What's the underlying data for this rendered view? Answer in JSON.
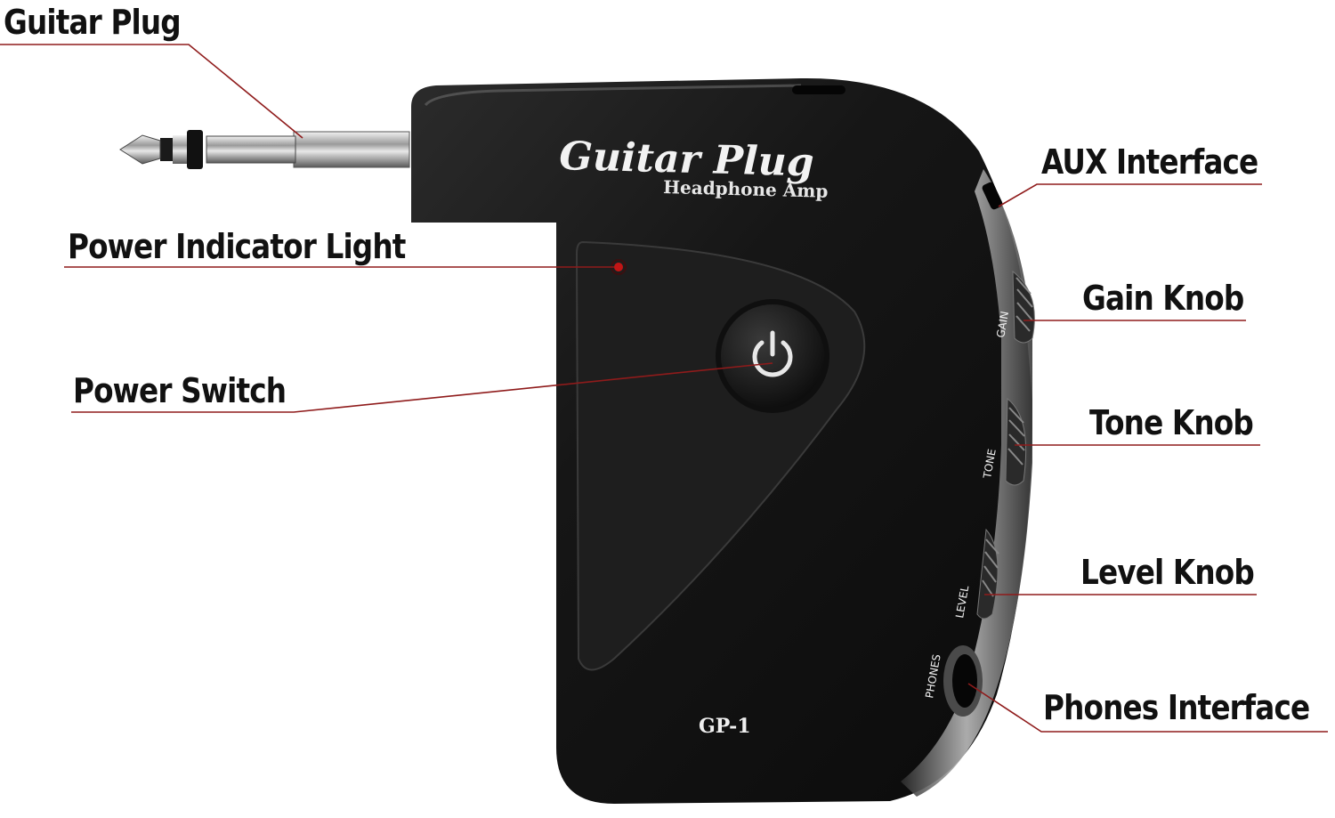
{
  "labels": {
    "guitar_plug": "Guitar Plug",
    "power_indicator_light": "Power Indicator Light",
    "power_switch": "Power Switch",
    "aux_interface": "AUX Interface",
    "gain_knob": "Gain Knob",
    "tone_knob": "Tone Knob",
    "level_knob": "Level Knob",
    "phones_interface": "Phones Interface"
  },
  "device": {
    "brand": "Guitar Plug",
    "subtitle": "Headphone Amp",
    "model": "GP-1",
    "knob_gain": "GAIN",
    "knob_tone": "TONE",
    "knob_level": "LEVEL",
    "jack_phones": "PHONES"
  },
  "colors": {
    "body": "#161616",
    "face_panel": "#1f1f1f",
    "chrome": "#9a9a9a",
    "leader_line": "#8f1b1b",
    "indicator_led": "#c21515"
  },
  "icons": {
    "power_button": "power-icon"
  }
}
